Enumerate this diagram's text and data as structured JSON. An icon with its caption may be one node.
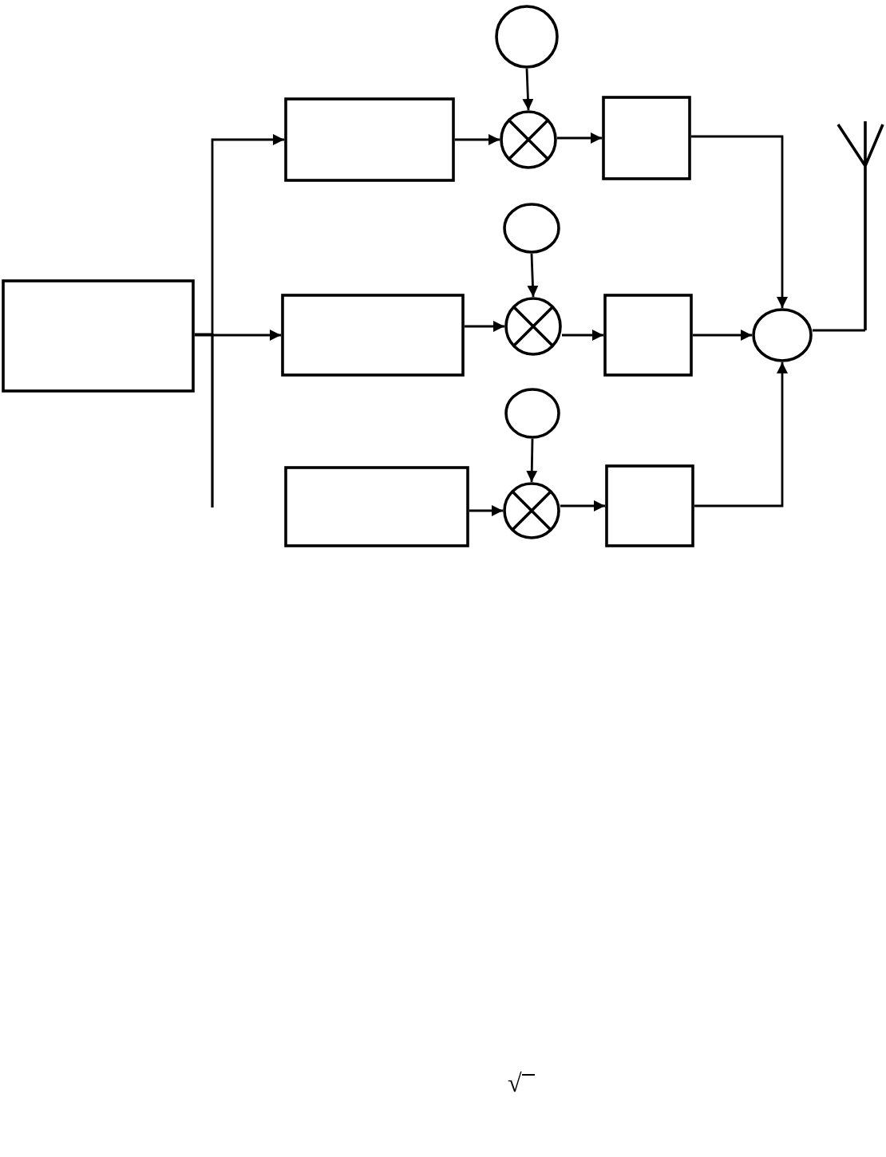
{
  "diagram": {
    "nodes": [
      {
        "text": [],
        "shape": "box"
      },
      {
        "text": [],
        "shape": "box"
      },
      {
        "text": [],
        "shape": "box"
      },
      {
        "text": [],
        "shape": "box"
      },
      {
        "text": [],
        "shape": "circle"
      },
      {
        "text": [],
        "shape": "circle"
      },
      {
        "text": [],
        "shape": "circle"
      },
      {
        "text": [],
        "shape": "mixer"
      },
      {
        "text": [],
        "shape": "mixer"
      },
      {
        "text": [],
        "shape": "mixer"
      },
      {
        "text": [],
        "shape": "box"
      },
      {
        "text": [],
        "shape": "box"
      },
      {
        "text": [],
        "shape": "box"
      },
      {
        "text": [],
        "shape": "circle"
      },
      {
        "text": [],
        "shape": "antenna"
      }
    ],
    "edges": [
      {
        "from": 0,
        "to": 1,
        "arrow": "to"
      },
      {
        "from": 0,
        "to": 2,
        "arrow": "to"
      },
      {
        "from": 4,
        "to": 7,
        "arrow": "to"
      },
      {
        "from": 5,
        "to": 8,
        "arrow": "to"
      },
      {
        "from": 6,
        "to": 9,
        "arrow": "to"
      },
      {
        "from": 1,
        "to": 7,
        "arrow": "to"
      },
      {
        "from": 2,
        "to": 8,
        "arrow": "to"
      },
      {
        "from": 3,
        "to": 9,
        "arrow": "to"
      },
      {
        "from": 7,
        "to": 10,
        "arrow": "to"
      },
      {
        "from": 8,
        "to": 11,
        "arrow": "to"
      },
      {
        "from": 9,
        "to": 12,
        "arrow": "to"
      },
      {
        "from": 10,
        "to": 13,
        "arrow": "to"
      },
      {
        "from": 11,
        "to": 13,
        "arrow": "to"
      },
      {
        "from": 12,
        "to": 13,
        "arrow": "to"
      },
      {
        "from": 13,
        "to": 14,
        "arrow": "none"
      }
    ],
    "labels": [
      "√"
    ]
  }
}
